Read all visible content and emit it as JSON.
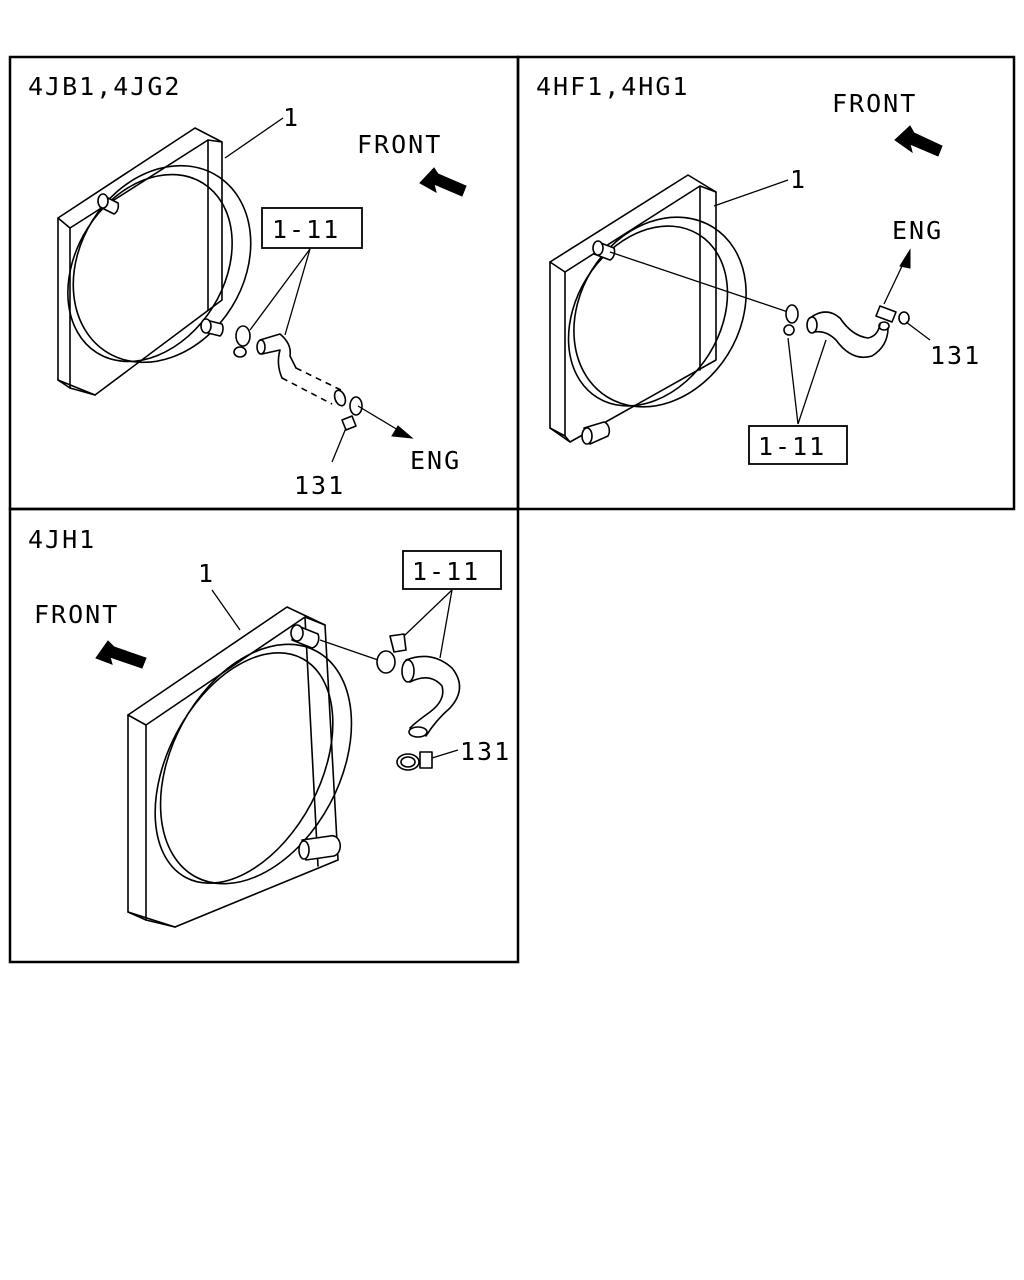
{
  "panels": [
    {
      "variant": "4JB1,4JG2",
      "front": "FRONT",
      "eng": "ENG",
      "part_radiator": "1",
      "part_hose_kit": "1-11",
      "part_clamp": "131"
    },
    {
      "variant": "4HF1,4HG1",
      "front": "FRONT",
      "eng": "ENG",
      "part_radiator": "1",
      "part_hose_kit": "1-11",
      "part_clamp": "131"
    },
    {
      "variant": "4JH1",
      "front": "FRONT",
      "part_radiator": "1",
      "part_hose_kit": "1-11",
      "part_clamp": "131"
    }
  ]
}
